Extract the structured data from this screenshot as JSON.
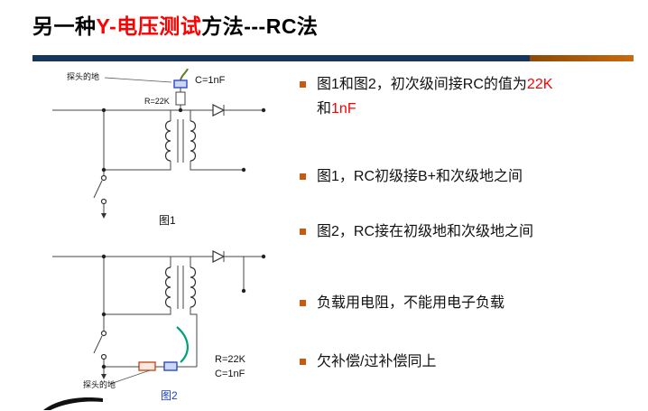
{
  "title": {
    "part1": "另一种",
    "part2_red": "Y-电压测试",
    "part3": "方法---RC法"
  },
  "colors": {
    "accent_red": "#FF0000",
    "divider_navy": "#17365D",
    "divider_orange": "#C96A0E",
    "divider_orange_dark": "#8C4A08",
    "bullet_marker": "#C55A11",
    "figure2_caption_blue": "#1F3FBF",
    "wire_green_fig1": "#5A7D2A",
    "probe_teal_fig2": "#00A07A",
    "capacitor_blue": "#2B4BC8",
    "resistor_red": "#CC4A1F"
  },
  "figure1": {
    "probe_label": "探头的地",
    "cap_label": "C=1nF",
    "res_label": "R=22K",
    "caption": "图1"
  },
  "figure2": {
    "res_label": "R=22K",
    "cap_label": "C=1nF",
    "probe_label": "探头的地",
    "caption": "图2"
  },
  "bullets": {
    "b1": {
      "text1": "图1和图2，初次级间接RC的值为",
      "red1": "22K",
      "text2": "和",
      "red2": "1nF"
    },
    "b2": {
      "text": "图1，RC初级接B+和次级地之间"
    },
    "b3": {
      "text": "图2，RC接在初级地和次级地之间"
    },
    "b4": {
      "text": "负载用电阻，不能用电子负载"
    },
    "b5": {
      "text": "欠补偿/过补偿同上"
    }
  }
}
